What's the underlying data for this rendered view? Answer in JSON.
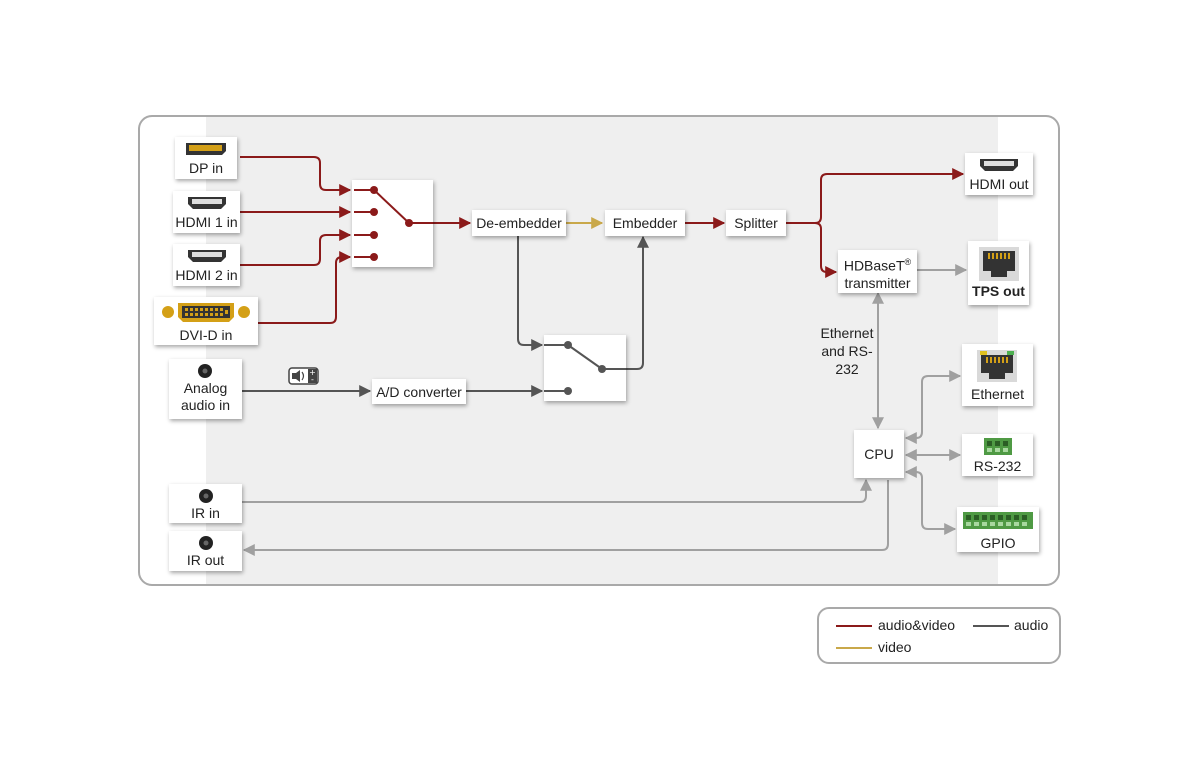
{
  "colors": {
    "audio_video": "#8b1a1a",
    "audio": "#555555",
    "video": "#c9a84a",
    "control": "#a0a0a0"
  },
  "inputs": {
    "dp_in": "DP in",
    "hdmi1_in": "HDMI 1 in",
    "hdmi2_in": "HDMI 2 in",
    "dvi_in": "DVI-D in",
    "analog_audio_in": "Analog audio in",
    "ir_in": "IR in",
    "ir_out": "IR out"
  },
  "blocks": {
    "de_embedder": "De-embedder",
    "embedder": "Embedder",
    "splitter": "Splitter",
    "ad_converter": "A/D converter",
    "hdbaset_line1": "HDBaseT",
    "hdbaset_reg": "®",
    "hdbaset_line2": "transmitter",
    "cpu": "CPU"
  },
  "outputs": {
    "hdmi_out": "HDMI out",
    "tps_out": "TPS out",
    "ethernet": "Ethernet",
    "rs232": "RS-232",
    "gpio": "GPIO"
  },
  "link_label": "Ethernet and RS-232",
  "legend": {
    "audio_video": "audio&video",
    "audio": "audio",
    "video": "video"
  }
}
